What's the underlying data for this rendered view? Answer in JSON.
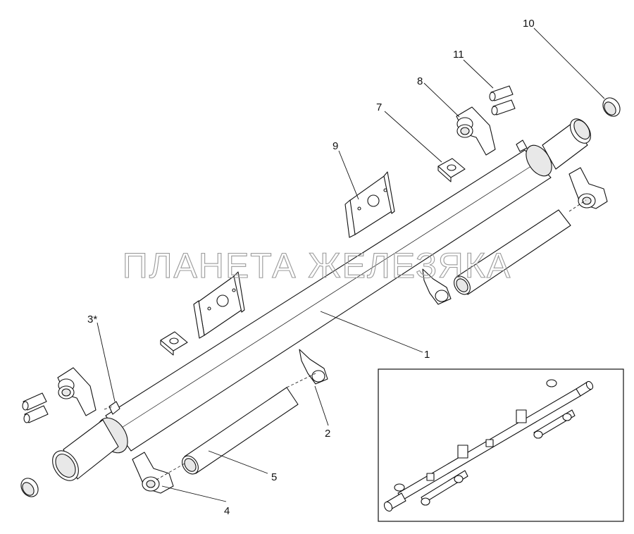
{
  "watermark": "ПЛАНЕТА ЖЕЛЕЗЯКА",
  "callouts": [
    {
      "id": "1",
      "text": "1"
    },
    {
      "id": "2",
      "text": "2"
    },
    {
      "id": "3",
      "text": "3*"
    },
    {
      "id": "4",
      "text": "4"
    },
    {
      "id": "5",
      "text": "5"
    },
    {
      "id": "7",
      "text": "7"
    },
    {
      "id": "8",
      "text": "8"
    },
    {
      "id": "9",
      "text": "9"
    },
    {
      "id": "10",
      "text": "10"
    },
    {
      "id": "11",
      "text": "11"
    }
  ]
}
